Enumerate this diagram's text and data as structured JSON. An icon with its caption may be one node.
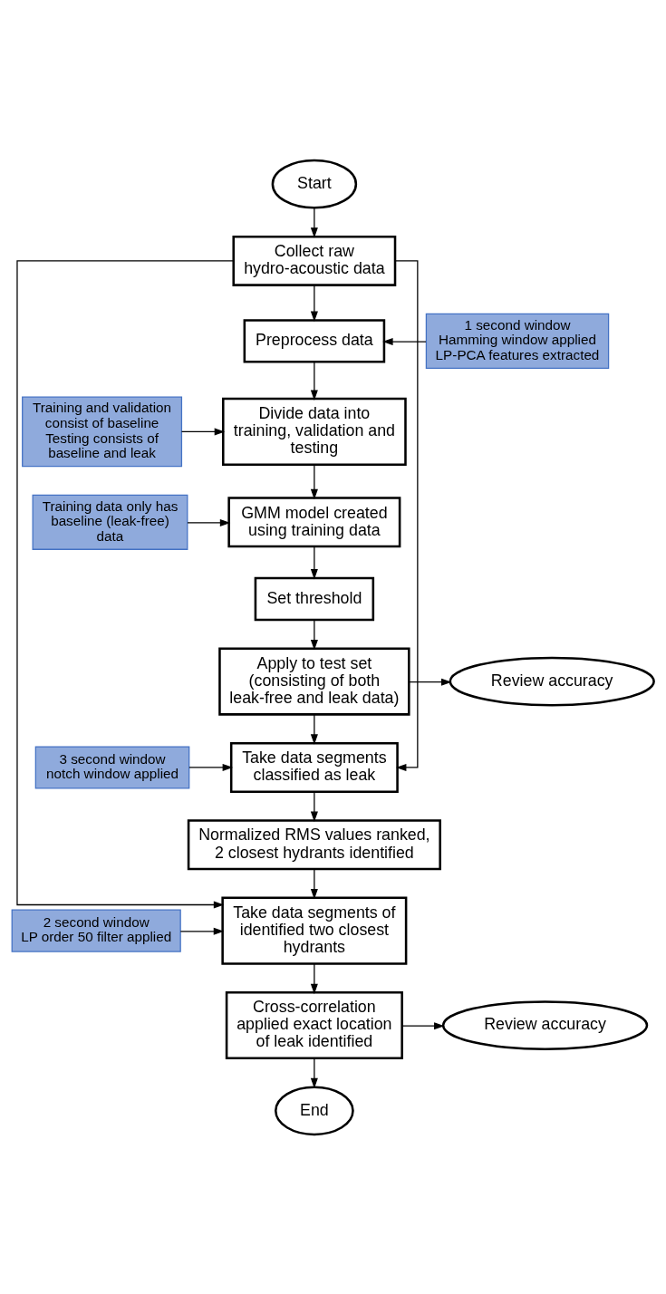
{
  "diagram": {
    "nodes": [
      {
        "text": [
          "Start"
        ]
      },
      {
        "text": [
          "Collect raw hydro-acoustic data"
        ]
      },
      {
        "text": [
          "Preprocess data"
        ]
      },
      {
        "text": [
          "1 second window",
          "Hamming window applied",
          "LP-PCA features extracted"
        ]
      },
      {
        "text": [
          "Divide data into training, validation and testing"
        ]
      },
      {
        "text": [
          "Training and validation consist of baseline",
          "Testing consists of baseline and leak"
        ]
      },
      {
        "text": [
          "GMM model created using training data"
        ]
      },
      {
        "text": [
          "Training data only has baseline (leak-free) data"
        ]
      },
      {
        "text": [
          "Set threshold"
        ]
      },
      {
        "text": [
          "Apply to test set (consisting of both leak-free and leak data)"
        ]
      },
      {
        "text": [
          "Review accuracy"
        ]
      },
      {
        "text": [
          "Take data segments classified as leak"
        ]
      },
      {
        "text": [
          "3 second window",
          "notch window applied"
        ]
      },
      {
        "text": [
          "Normalized RMS values ranked, 2 closest hydrants identified"
        ]
      },
      {
        "text": [
          "Take data segments of identified two closest hydrants"
        ]
      },
      {
        "text": [
          "2 second window",
          "LP order 50 filter applied"
        ]
      },
      {
        "text": [
          "Cross-correlation applied exact location of leak identified"
        ]
      },
      {
        "text": [
          "Review accuracy"
        ]
      },
      {
        "text": [
          "End"
        ]
      }
    ],
    "edges": [
      {
        "from": 0,
        "to": 1,
        "arrow": "to"
      },
      {
        "from": 1,
        "to": 2,
        "arrow": "to"
      },
      {
        "from": 3,
        "to": 2,
        "arrow": "to"
      },
      {
        "from": 2,
        "to": 4,
        "arrow": "to"
      },
      {
        "from": 5,
        "to": 4,
        "arrow": "to"
      },
      {
        "from": 4,
        "to": 6,
        "arrow": "to"
      },
      {
        "from": 7,
        "to": 6,
        "arrow": "to"
      },
      {
        "from": 6,
        "to": 8,
        "arrow": "to"
      },
      {
        "from": 8,
        "to": 9,
        "arrow": "to"
      },
      {
        "from": 9,
        "to": 10,
        "arrow": "to"
      },
      {
        "from": 9,
        "to": 11,
        "arrow": "to"
      },
      {
        "from": 1,
        "to": 11,
        "arrow": "to"
      },
      {
        "from": 12,
        "to": 11,
        "arrow": "to"
      },
      {
        "from": 11,
        "to": 13,
        "arrow": "to"
      },
      {
        "from": 13,
        "to": 14,
        "arrow": "to"
      },
      {
        "from": 1,
        "to": 14,
        "arrow": "to"
      },
      {
        "from": 15,
        "to": 14,
        "arrow": "to"
      },
      {
        "from": 14,
        "to": 16,
        "arrow": "to"
      },
      {
        "from": 16,
        "to": 17,
        "arrow": "to"
      },
      {
        "from": 16,
        "to": 18,
        "arrow": "to"
      }
    ]
  }
}
